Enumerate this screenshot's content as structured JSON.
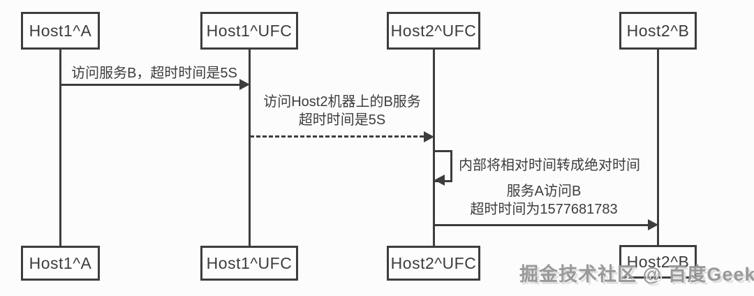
{
  "diagram": {
    "type": "sequence-diagram",
    "actors": [
      {
        "label": "Host1^A"
      },
      {
        "label": "Host1^UFC"
      },
      {
        "label": "Host2^UFC"
      },
      {
        "label": "Host2^B"
      }
    ],
    "messages": [
      {
        "from": "Host1^A",
        "to": "Host1^UFC",
        "style": "solid-arrow",
        "label": "访问服务B，超时时间是5S"
      },
      {
        "from": "Host1^UFC",
        "to": "Host2^UFC",
        "style": "dashed-arrow",
        "label_lines": [
          "访问Host2机器上的B服务",
          "超时时间是5S"
        ]
      },
      {
        "from": "Host2^UFC",
        "to": "Host2^UFC",
        "style": "self-message",
        "label": "内部将相对时间转成绝对时间"
      },
      {
        "from": "Host2^UFC",
        "to": "Host2^B",
        "style": "solid-arrow",
        "label_lines": [
          "服务A访问B",
          "超时时间为1577681783"
        ]
      }
    ],
    "watermark": "掘金技术社区 @ 百度Geek说"
  },
  "colors": {
    "line": "#3d3d3d",
    "background": "#fcfcfc",
    "watermark": "#999999"
  }
}
